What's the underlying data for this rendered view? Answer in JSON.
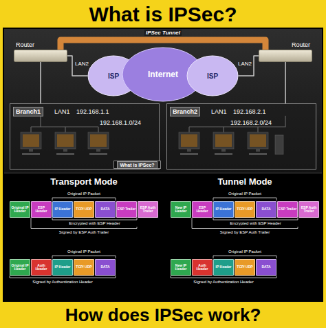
{
  "diagram": {
    "title": "What is IPSec?",
    "caption": "How does IPSec work?",
    "nodes": [
      {
        "text": [
          "Router"
        ]
      },
      {
        "text": [
          "ISP"
        ]
      },
      {
        "text": [
          "Internet"
        ]
      },
      {
        "text": [
          "ISP"
        ]
      },
      {
        "text": [
          "Router"
        ]
      },
      {
        "text": [
          "Branch1",
          "LAN1",
          "192.168.1.1",
          "192.168.1.0/24"
        ]
      },
      {
        "text": [
          "Branch2",
          "LAN1",
          "192.168.2.1",
          "192.168.2.0/24"
        ]
      },
      {
        "text": [
          "What is IPSec?"
        ],
        "in": 5
      },
      {
        "text": [
          "Original IP Header"
        ]
      },
      {
        "text": [
          "ESP Header"
        ]
      },
      {
        "text": [
          "IP Header"
        ]
      },
      {
        "text": [
          "TCP/ UDP"
        ]
      },
      {
        "text": [
          "DATA"
        ]
      },
      {
        "text": [
          "ESP Trailer"
        ]
      },
      {
        "text": [
          "ESP Auth Trailer"
        ]
      },
      {
        "text": [
          "New IP Header"
        ]
      },
      {
        "text": [
          "ESP Header"
        ]
      },
      {
        "text": [
          "IP Header"
        ]
      },
      {
        "text": [
          "TCP/ UDP"
        ]
      },
      {
        "text": [
          "DATA"
        ]
      },
      {
        "text": [
          "ESP Trailer"
        ]
      },
      {
        "text": [
          "ESP Auth Trailer"
        ]
      },
      {
        "text": [
          "Original IP Header"
        ]
      },
      {
        "text": [
          "Auth Header"
        ]
      },
      {
        "text": [
          "IP Header"
        ]
      },
      {
        "text": [
          "TCP/ UDP"
        ]
      },
      {
        "text": [
          "DATA"
        ]
      },
      {
        "text": [
          "New IP Header"
        ]
      },
      {
        "text": [
          "Auth Header"
        ]
      },
      {
        "text": [
          "IP Header"
        ]
      },
      {
        "text": [
          "TCP/ UDP"
        ]
      },
      {
        "text": [
          "DATA"
        ]
      }
    ],
    "edges": [
      {
        "from": 0,
        "to": 4,
        "label": "IPSec Tunnel",
        "arrow": "none"
      },
      {
        "from": 0,
        "to": 1,
        "arrow": "none"
      },
      {
        "from": 3,
        "to": 4,
        "arrow": "none"
      },
      {
        "from": 0,
        "to": 5,
        "arrow": "none"
      },
      {
        "from": 4,
        "to": 6,
        "arrow": "none"
      }
    ],
    "labels": [
      "LAN2",
      "LAN2",
      "Transport Mode",
      "Tunnel Mode",
      "Original IP Packet",
      "Original IP Packet",
      "Encrypted with ESP Header",
      "Encrypted with ESP Header",
      "Signed by ESP Auth Trailer",
      "Signed by ESP Auth Trailer",
      "Original IP Packet",
      "Original IP Packet",
      "Signed by Authentication Header",
      "Signed by Authentication Header"
    ]
  }
}
